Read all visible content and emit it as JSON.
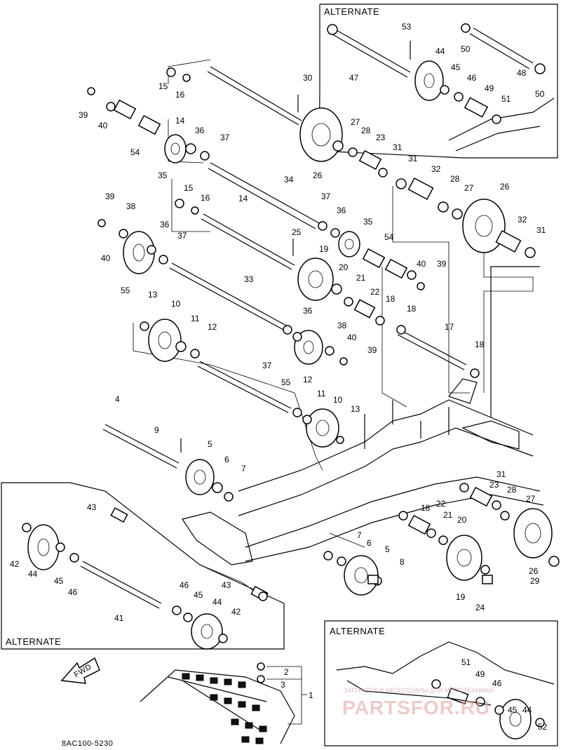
{
  "drawing_code": "8AC100-5230",
  "fwd_label": "FWD",
  "alternate_label": "ALTERNATE",
  "watermark_line1": "ЗАПЧАСТИ И АКСЕССУАРЫ ДЛЯ МОТОТЕХНИКИ",
  "watermark_brand": "PARTSFOR.RU",
  "callouts": [
    "1",
    "2",
    "3",
    "4",
    "5",
    "6",
    "7",
    "8",
    "9",
    "10",
    "11",
    "12",
    "13",
    "14",
    "15",
    "16",
    "17",
    "18",
    "19",
    "20",
    "21",
    "22",
    "23",
    "24",
    "25",
    "26",
    "27",
    "28",
    "29",
    "30",
    "31",
    "32",
    "33",
    "34",
    "35",
    "36",
    "37",
    "38",
    "39",
    "40",
    "41",
    "42",
    "43",
    "44",
    "45",
    "46",
    "47",
    "48",
    "49",
    "50",
    "51",
    "52",
    "53",
    "54",
    "55"
  ]
}
